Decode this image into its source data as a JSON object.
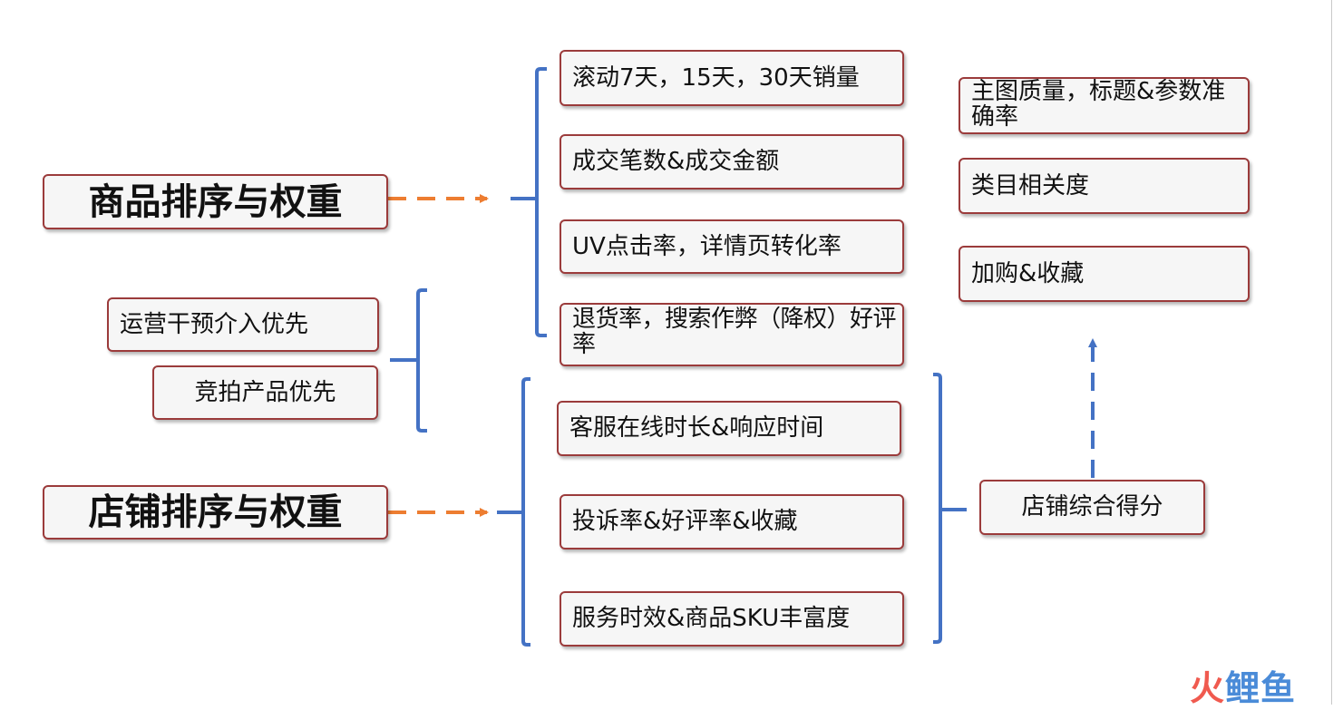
{
  "main_nodes": {
    "product": "商品排序与权重",
    "store": "店铺排序与权重"
  },
  "left_nodes": [
    "运营干预介入优先",
    "竞拍产品优先"
  ],
  "product_factors": [
    "滚动7天，15天，30天销量",
    "成交笔数&成交金额",
    "UV点击率，详情页转化率",
    "退货率，搜索作弊（降权）好评率"
  ],
  "store_factors": [
    "客服在线时长&响应时间",
    "投诉率&好评率&收藏",
    "服务时效&商品SKU丰富度"
  ],
  "store_score": "店铺综合得分",
  "score_factors": [
    "主图质量，标题&参数准确率",
    "类目相关度",
    "加购&收藏"
  ],
  "watermark": {
    "part1": "火",
    "part2": "鲤鱼"
  },
  "colors": {
    "bracket_blue": "#4472c4",
    "arrow_orange": "#ed7d31",
    "box_border": "#9b3b3b"
  }
}
